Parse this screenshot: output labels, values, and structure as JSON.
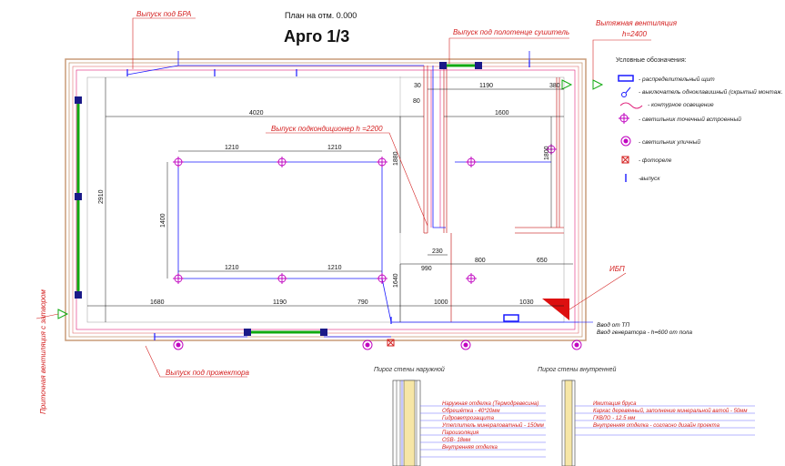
{
  "header": {
    "plan_label": "План на отм. 0.000",
    "title": "Арго 1/3"
  },
  "callouts": {
    "bra": "Выпуск под БРА",
    "towel": "Выпуск под полотенце сушитель",
    "exhaust": "Вытяжная вентиляция",
    "exhaust_h": "h=2400",
    "ac": "Выпуск подкондиционер h =2200",
    "ups": "ИБП",
    "projector": "Выпуск под прожектора",
    "supply_vent": "Приточная вентиляция с затвором",
    "input_tp": "Ввод от ТП",
    "input_gen": "Ввод генератора - h=600 от пола"
  },
  "dimensions": {
    "top_30": "30",
    "top_1190": "1190",
    "top_380": "380",
    "d_80": "80",
    "d_4020": "4020",
    "d_1600": "1600",
    "d_1210_a": "1210",
    "d_1210_b": "1210",
    "d_1210_c": "1210",
    "d_1210_d": "1210",
    "d_1400": "1400",
    "d_2910": "2910",
    "d_1880": "1880",
    "d_1800": "1800",
    "d_230": "230",
    "d_990": "990",
    "d_800": "800",
    "d_650": "650",
    "d_1640": "1640",
    "d_1680": "1680",
    "d_1190b": "1190",
    "d_790": "790",
    "d_1000": "1000",
    "d_1030": "1030"
  },
  "legend": {
    "title": "Условные обозначения:",
    "items": [
      {
        "icon": "distribution-board-icon",
        "text": "- распределительный щит"
      },
      {
        "icon": "switch-icon",
        "text": "- выключатель одноклавишный (скрытый монтаж."
      },
      {
        "icon": "contour-light-icon",
        "text": "- контурное освещение"
      },
      {
        "icon": "recessed-spotlight-icon",
        "text": "- светильник точечный встроенный"
      },
      {
        "icon": "street-light-icon",
        "text": "- светильник уличный"
      },
      {
        "icon": "photo-relay-icon",
        "text": "- фотореле"
      },
      {
        "icon": "outlet-icon",
        "text": "-выпуск"
      }
    ]
  },
  "sections": {
    "outer": {
      "title": "Пирог стены наружной",
      "layers": [
        "Наружная отделка (Термодревесина)",
        "Обрешётка - 40*20мм",
        "Гидроветрозащита",
        "Утеплитель минераловатный - 150мм",
        "Пароизоляция",
        "OSB- 18мм",
        "Внутренняя отделка"
      ]
    },
    "inner": {
      "title": "Пирог стены внутренней",
      "layers": [
        "Имитация бруса",
        "Каркас деревянный, заполнение минеральной ватой - 50мм",
        "ГКВЛО - 12.5 мм",
        "Внутренняя отделка - согласно дизайн проекта"
      ]
    }
  },
  "colors": {
    "wall_outline": "#c89c78",
    "wiring_blue": "#1a1aff",
    "annotation_red": "#d42020",
    "contour_pink": "#e0207a",
    "window_green": "#11aa11",
    "spotlight_magenta": "#c000c0"
  }
}
